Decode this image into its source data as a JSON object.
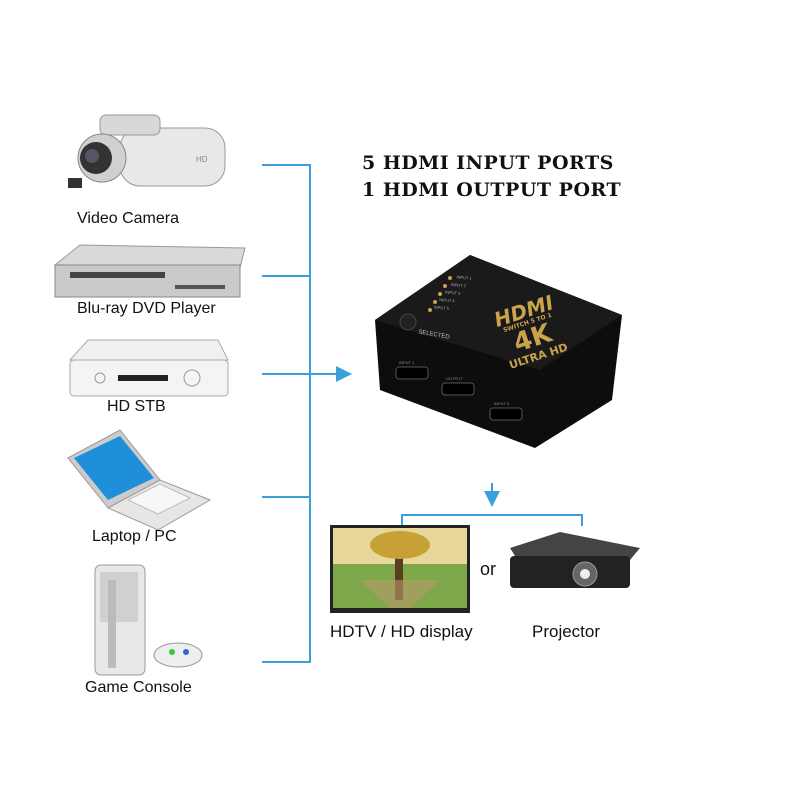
{
  "headline": {
    "line1": "5 HDMI INPUT PORTS",
    "line2": "1 HDMI OUTPUT PORT"
  },
  "inputs": [
    {
      "label": "Video Camera",
      "icon": "video-camera-icon"
    },
    {
      "label": "Blu-ray DVD Player",
      "icon": "dvd-player-icon"
    },
    {
      "label": "HD STB",
      "icon": "set-top-box-icon"
    },
    {
      "label": "Laptop / PC",
      "icon": "laptop-icon"
    },
    {
      "label": "Game Console",
      "icon": "game-console-icon"
    }
  ],
  "switch": {
    "brand": "HDMI",
    "model": "SWITCH 5 TO 1",
    "resolution": "4K",
    "tagline": "ULTRA HD",
    "button_label": "SELECTED",
    "leds": [
      "INPUT 1",
      "INPUT 2",
      "INPUT 3",
      "INPUT 4",
      "INPUT 5"
    ],
    "port_labels": [
      "INPUT 1",
      "OUTPUT",
      "INPUT 5"
    ]
  },
  "outputs": {
    "or_label": "or",
    "items": [
      {
        "label": "HDTV / HD display",
        "icon": "tv-icon"
      },
      {
        "label": "Projector",
        "icon": "projector-icon"
      }
    ]
  },
  "colors": {
    "connector": "#3aa0dc",
    "switch_body": "#111111",
    "switch_gold": "#c9a44a"
  }
}
